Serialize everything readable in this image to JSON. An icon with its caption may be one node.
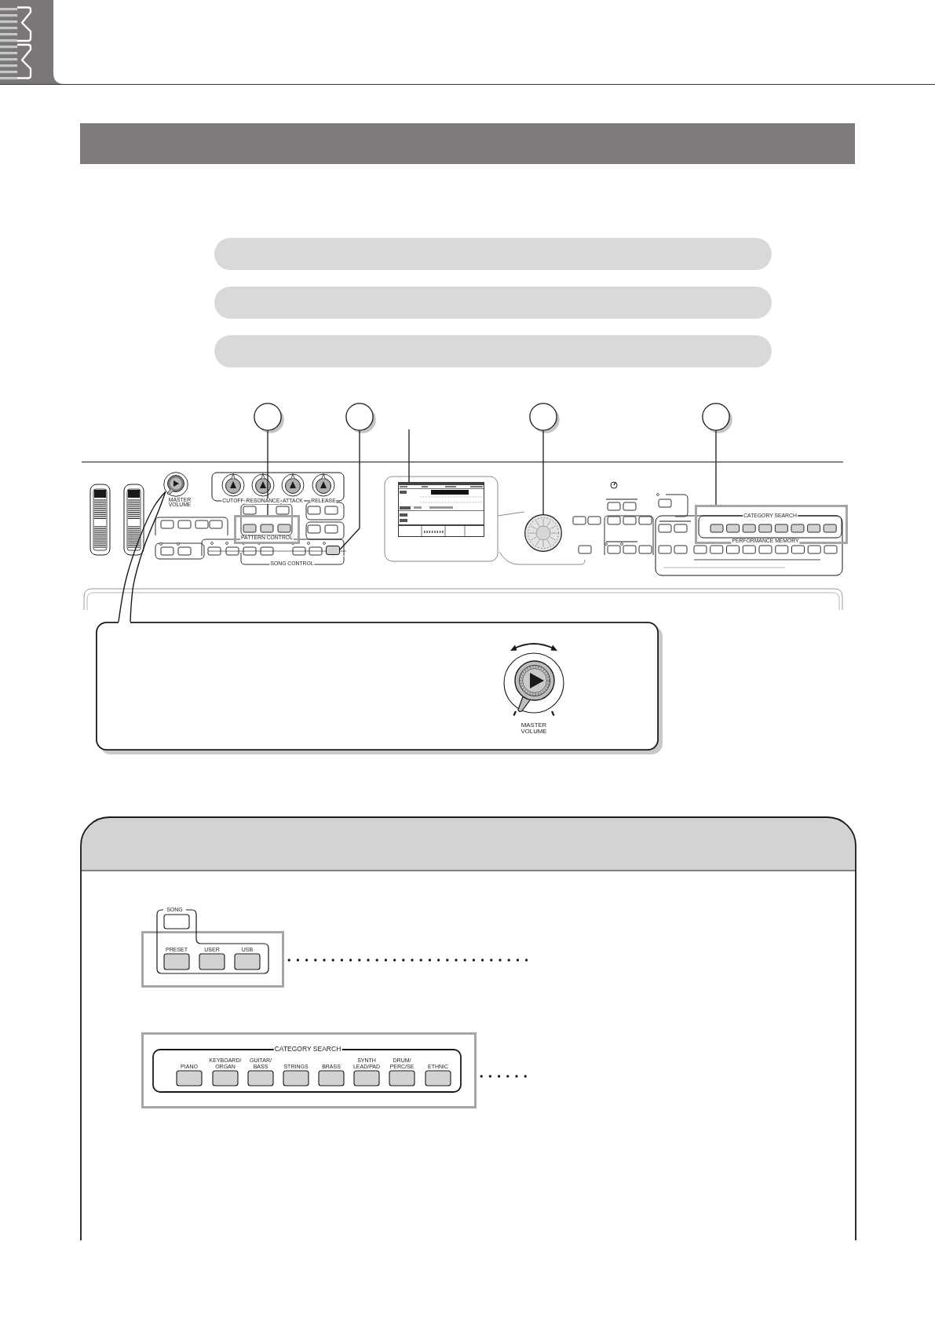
{
  "diagram": {
    "nodes": [
      {
        "text": [],
        "shape": "bar"
      },
      {
        "text": [],
        "shape": "bar"
      },
      {
        "text": [],
        "shape": "bar"
      },
      {
        "text": [],
        "shape": "bar"
      },
      {
        "text": [],
        "shape": "circle"
      },
      {
        "text": [],
        "shape": "circle"
      },
      {
        "text": [],
        "shape": "circle"
      },
      {
        "text": [],
        "shape": "circle"
      },
      {
        "text": [],
        "shape": "circle",
        "beside": [
          "MASTER VOLUME"
        ]
      },
      {
        "text": [],
        "shape": "box"
      },
      {
        "text": [],
        "shape": "box"
      },
      {
        "text": [],
        "shape": "box"
      },
      {
        "text": [],
        "shape": "circle"
      },
      {
        "text": [],
        "shape": "box"
      },
      {
        "text": [
          "MASTER VOLUME"
        ]
      },
      {
        "text": [],
        "shape": "box"
      },
      {
        "text": [
          "SONG",
          "PRESET",
          "USER",
          "USB"
        ],
        "in": 15
      },
      {
        "text": [
          "CATEGORY SEARCH",
          "PIANO",
          "KEYBOARD/ ORGAN",
          "GUITAR/ BASS",
          "STRINGS",
          "BRASS",
          "SYNTH LEAD/PAD",
          "DRUM/ PERC/SE",
          "ETHNIC"
        ],
        "in": 15
      }
    ],
    "edges": [
      {
        "from": 4,
        "to": 9,
        "arrow": "none"
      },
      {
        "from": 5,
        "to": 10,
        "arrow": "none"
      },
      {
        "from": null,
        "to": 11,
        "arrow": "none"
      },
      {
        "from": 6,
        "to": 12,
        "arrow": "none"
      },
      {
        "from": 7,
        "to": 13,
        "arrow": "none"
      },
      {
        "from": 8,
        "to": 14,
        "arrow": "none"
      },
      {
        "from": 16,
        "to": null,
        "arrow": "none",
        "style": "dashed"
      },
      {
        "from": 17,
        "to": null,
        "arrow": "none",
        "style": "dashed"
      }
    ],
    "labels": [
      "CUTOFF",
      "RESONANCE",
      "ATTACK",
      "RELEASE",
      "PATTERN CONTROL",
      "SONG CONTROL",
      "CATEGORY SEARCH",
      "PERFORMANCE MEMORY"
    ]
  }
}
